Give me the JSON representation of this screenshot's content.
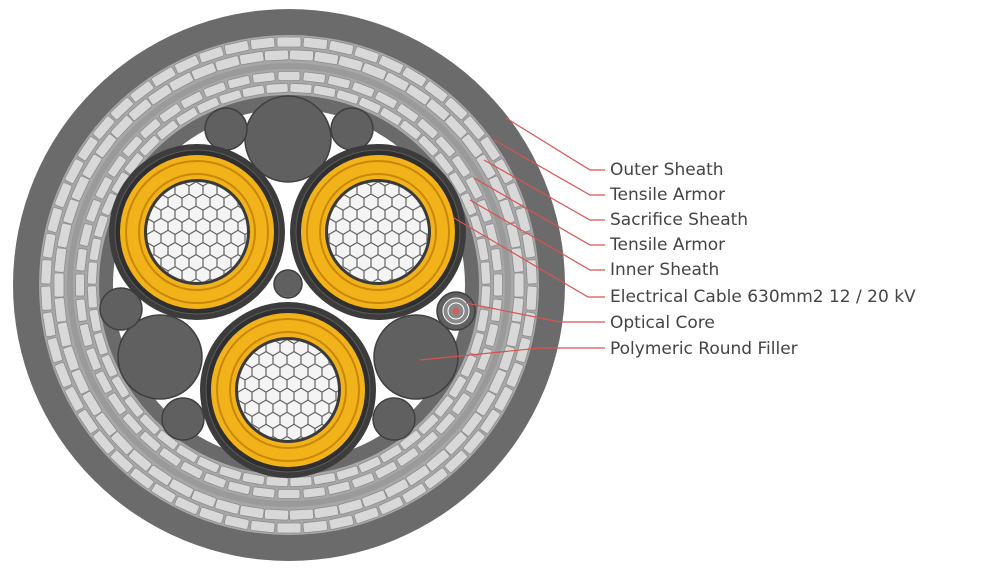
{
  "diagram": {
    "labels": [
      "Outer Sheath",
      "Tensile Armor",
      "Sacrifice Sheath",
      "Tensile Armor",
      "Inner Sheath",
      "Electrical Cable 630mm2 12 / 20 kV",
      "Optical Core",
      "Polymeric Round Filler"
    ]
  },
  "colors": {
    "sheath": "#6b6b6b",
    "armor_wire": "#d8d8d8",
    "armor_ring": "#a9a9a9",
    "insulation": "#f2b21a",
    "conductor": "#f4f4f4",
    "filler": "#606060",
    "leader_line": "#d9534f",
    "text": "#444444"
  }
}
